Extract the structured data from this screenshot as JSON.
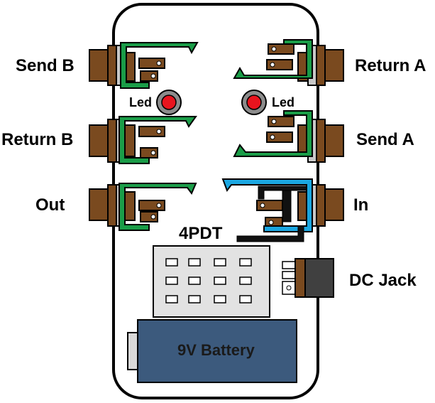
{
  "labels": {
    "send_b": "Send B",
    "return_b": "Return B",
    "out": "Out",
    "return_a": "Return A",
    "send_a": "Send A",
    "in": "In",
    "led_left": "Led",
    "led_right": "Led",
    "switch": "4PDT",
    "dc_jack": "DC Jack",
    "battery": "9V Battery"
  },
  "colors": {
    "enclosure_stroke": "#000000",
    "jack_body": "#7a4a1f",
    "jack_frame": "#1a9d48",
    "jack_frame_in": "#1aa6e0",
    "led_fill": "#e8141e",
    "led_ring": "#8c8c8c",
    "switch_fill": "#e2e2e2",
    "battery_fill": "#3c5a7d",
    "dc_body": "#404040"
  },
  "icons": [
    "jack-icon",
    "led-icon",
    "switch-icon",
    "battery-icon",
    "dc-jack-icon"
  ]
}
